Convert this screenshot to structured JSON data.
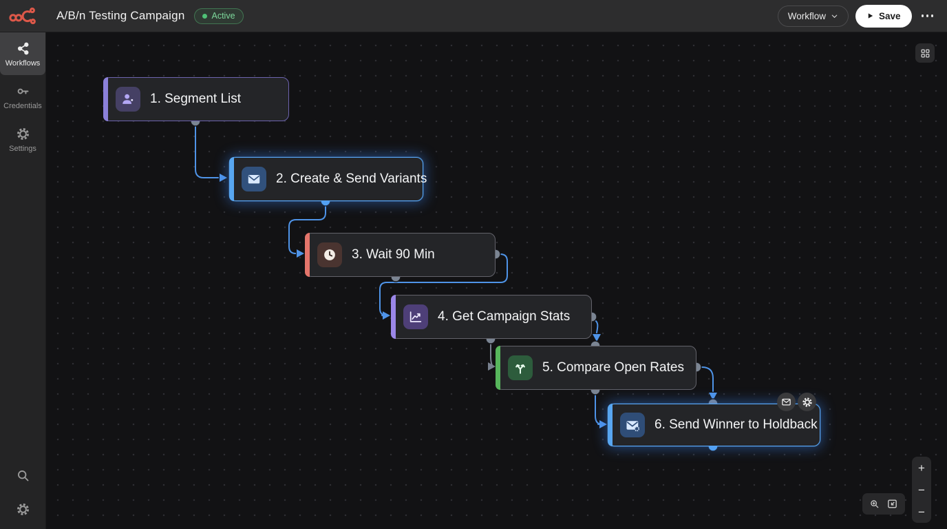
{
  "topbar": {
    "title": "A/B/n Testing Campaign",
    "status_badge": "Active",
    "workflow_button": "Workflow",
    "save_button": "Save"
  },
  "sidebar": {
    "items": [
      {
        "label": "Workflows",
        "icon": "share-network-icon",
        "active": true
      },
      {
        "label": "Credentials",
        "icon": "key-icon",
        "active": false
      },
      {
        "label": "Settings",
        "icon": "gear-icon",
        "active": false
      }
    ]
  },
  "canvas": {
    "nodes": [
      {
        "label": "1. Segment List",
        "icon": "user-segment-icon",
        "accent": "#8b80d9",
        "selected": false
      },
      {
        "label": "2. Create & Send Variants",
        "icon": "envelope-icon",
        "accent": "#58a6f0",
        "selected": true
      },
      {
        "label": "3. Wait 90 Min",
        "icon": "clock-icon",
        "accent": "#e4756b",
        "selected": false
      },
      {
        "label": "4. Get Campaign Stats",
        "icon": "chart-line-icon",
        "accent": "#9b87e8",
        "selected": false
      },
      {
        "label": "5. Compare Open Rates",
        "icon": "branch-icon",
        "accent": "#57b65c",
        "selected": false
      },
      {
        "label": "6. Send Winner to Holdback",
        "icon": "envelope-gear-icon",
        "accent": "#58a6f0",
        "selected": true
      }
    ],
    "connections": [
      {
        "from": "1. Segment List",
        "to": "2. Create & Send Variants"
      },
      {
        "from": "2. Create & Send Variants",
        "to": "3. Wait 90 Min"
      },
      {
        "from": "3. Wait 90 Min",
        "to": "4. Get Campaign Stats"
      },
      {
        "from": "4. Get Campaign Stats",
        "to": "5. Compare Open Rates"
      },
      {
        "from": "4. Get Campaign Stats",
        "to": "5. Compare Open Rates"
      },
      {
        "from": "5. Compare Open Rates",
        "to": "6. Send Winner to Holdback"
      },
      {
        "from": "5. Compare Open Rates",
        "to": "6. Send Winner to Holdback"
      }
    ],
    "colors": {
      "active_edge": "#4f94e8",
      "inactive_edge": "#78818f",
      "port_dot": "#7b8593",
      "selected_port_dot": "#58a6f0",
      "brand_logo": "#dd5849",
      "status_green": "#4fc176"
    }
  },
  "zoom_controls": {
    "zoom_in": "+",
    "zoom_out": "−",
    "zoom_reset": "−"
  }
}
